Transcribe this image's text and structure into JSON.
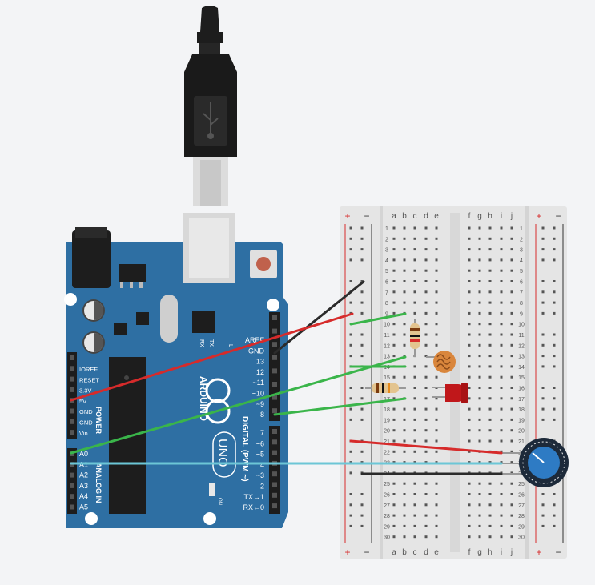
{
  "arduino": {
    "brand": "ARDUINO",
    "model": "UNO",
    "power_labels": [
      "IOREF",
      "RESET",
      "3.3V",
      "5V",
      "GND",
      "GND",
      "Vin"
    ],
    "power_title": "POWER",
    "analog_labels": [
      "A0",
      "A1",
      "A2",
      "A3",
      "A4",
      "A5"
    ],
    "analog_title": "ANALOG IN",
    "digital_top_labels": [
      "AREF",
      "GND",
      "13",
      "12",
      "~11",
      "~10",
      "~9",
      "8"
    ],
    "digital_bottom_labels": [
      "7",
      "~6",
      "~5",
      "4",
      "~3",
      "2",
      "TX→1",
      "RX←0"
    ],
    "digital_title": "DIGITAL (PWM ~)",
    "tx_label": "TX",
    "rx_label": "RX",
    "l_label": "L",
    "on_label": "ON"
  },
  "breadboard": {
    "rows": 30,
    "left_cols": [
      "a",
      "b",
      "c",
      "d",
      "e"
    ],
    "right_cols": [
      "f",
      "g",
      "h",
      "i",
      "j"
    ],
    "rail_plus": "+",
    "rail_minus": "−"
  },
  "wires": [
    {
      "name": "gnd-wire",
      "color": "#2b2b2b"
    },
    {
      "name": "5v-wire",
      "color": "#d62b2b"
    },
    {
      "name": "a0-wire",
      "color": "#3ab54a"
    },
    {
      "name": "pin8-wire",
      "color": "#3ab54a"
    },
    {
      "name": "a1-wire",
      "color": "#6cc6d6"
    }
  ],
  "colors": {
    "board": "#2e6fa3",
    "board_dark": "#24588a",
    "breadboard": "#e5e5e5",
    "led": "#c0171a",
    "photoresistor": "#d9863c",
    "pot_knob": "#2e7bc4"
  }
}
